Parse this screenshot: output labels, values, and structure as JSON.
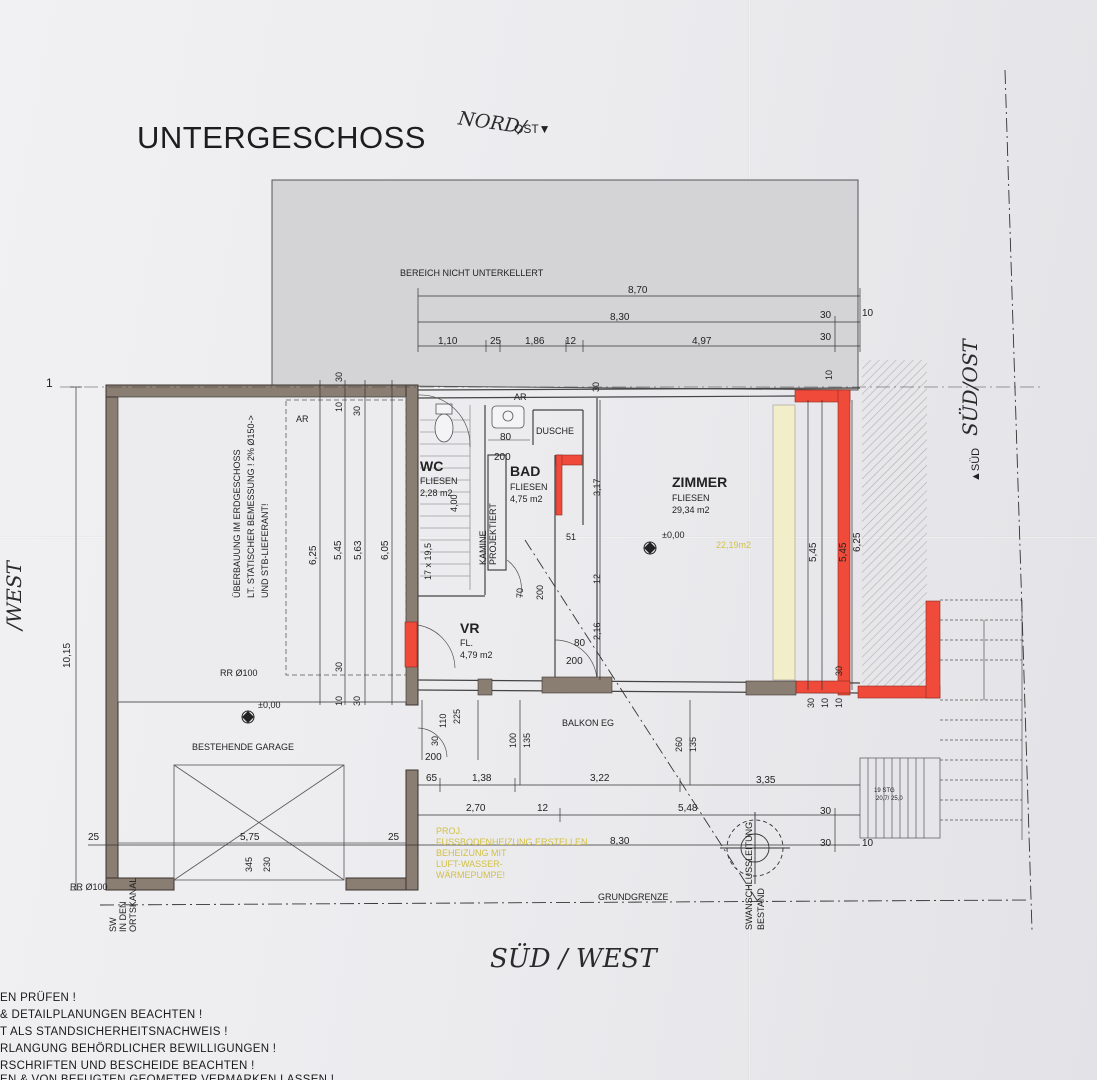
{
  "header": {
    "title": "UNTERGESCHOSS",
    "orientation_handwritten": "NORD/",
    "orientation_printed": "OST▼"
  },
  "zones": {
    "not_basement": "BEREICH NICHT UNTERKELLERT",
    "balcony": "BALKON EG",
    "garage": "BESTEHENDE GARAGE",
    "boundary": "GRUNDGRENZE",
    "overbuild": [
      "ÜBERBAUUNG IM ERDGESCHOSS",
      "LT. STATISCHER BEMESSUNG ! 2% Ø150->",
      "UND STB-LIEFERANT!"
    ]
  },
  "rooms": {
    "wc": {
      "name": "WC",
      "finish": "FLIESEN",
      "area": "2,28 m2"
    },
    "bad": {
      "name": "BAD",
      "finish": "FLIESEN",
      "area": "4,75 m2"
    },
    "zimmer": {
      "name": "ZIMMER",
      "finish": "FLIESEN",
      "area": "29,34 m2"
    },
    "vr": {
      "name": "VR",
      "finish": "FL.",
      "area": "4,79 m2"
    },
    "dusche": "DUSCHE",
    "kamine": [
      "KAMINE",
      "PROJEKTIERT"
    ],
    "stairs": "17 x 19,5",
    "zimmer_level": "±0,00",
    "zimmer_alt_area": "22,19m2",
    "garage_level": "±0,00"
  },
  "dimensions": {
    "top_row1": "8,70",
    "top_row2": [
      "8,30",
      "30",
      "10"
    ],
    "top_row3": [
      "1,10",
      "25",
      "1,86",
      "12",
      "4,97",
      "30"
    ],
    "bottom_row1": [
      "65",
      "1,38",
      "3,22",
      "3,35"
    ],
    "bottom_row2": [
      "2,70",
      "12",
      "5,48",
      "30"
    ],
    "bottom_row3": [
      "25",
      "5,75",
      "25",
      "8,30",
      "30",
      "10"
    ],
    "vertical_left": "10,15",
    "garage_verticals": [
      "6,25",
      "5,45",
      "5,63",
      "6,05"
    ],
    "zimmer_verticals": [
      "5,45",
      "5,45",
      "6,25"
    ],
    "small": [
      "30",
      "10",
      "30",
      "30",
      "10",
      "30",
      "30",
      "10",
      "110",
      "225",
      "100",
      "135",
      "260",
      "135",
      "30",
      "200",
      "80",
      "200",
      "70",
      "200",
      "80",
      "200",
      "51",
      "3,17",
      "12",
      "2,16",
      "345",
      "230",
      "1",
      "AR",
      "AR",
      "4,00",
      "30",
      "10",
      "30",
      "10"
    ],
    "rr_top": "RR Ø100",
    "rr_bottom": "RR Ø100",
    "stairs_right": [
      "19 STG",
      "20,7/ 25,0"
    ]
  },
  "annotations": {
    "heating": [
      "PROJ.",
      "FUSSBODENHEIZUNG ERSTELLEN",
      "BEHEIZUNG MIT",
      "LUFT-WASSER-",
      "WÄRMEPUMPE!"
    ],
    "sewer": [
      "SWANSCHLUSSLEITUNG",
      "BESTAND"
    ],
    "ortskanal": [
      "SW",
      "IN DEN",
      "ORTSKANAL"
    ],
    "south_printed": "▲SÜD",
    "right_handwritten": "SÜD/OST",
    "left_handwritten": "/WEST",
    "bottom_handwritten": "SÜD / WEST"
  },
  "notes": [
    "EN PRÜFEN !",
    "& DETAILPLANUNGEN BEACHTEN !",
    "T ALS STANDSICHERHEITSNACHWEIS !",
    "RLANGUNG BEHÖRDLICHER BEWILLIGUNGEN !",
    "RSCHRIFTEN UND BESCHEIDE BEACHTEN !",
    "EN & VON BEFUGTEN GEOMETER VERMARKEN LASSEN !"
  ],
  "colors": {
    "wall_brown": "#8a7d72",
    "new_wall_red": "#ef4a3a",
    "hatch_gray": "#b8b8b8",
    "slab_gray": "#d6d6d8",
    "insulation_yellow": "#f2eec9",
    "heating_text": "#d2c045"
  }
}
